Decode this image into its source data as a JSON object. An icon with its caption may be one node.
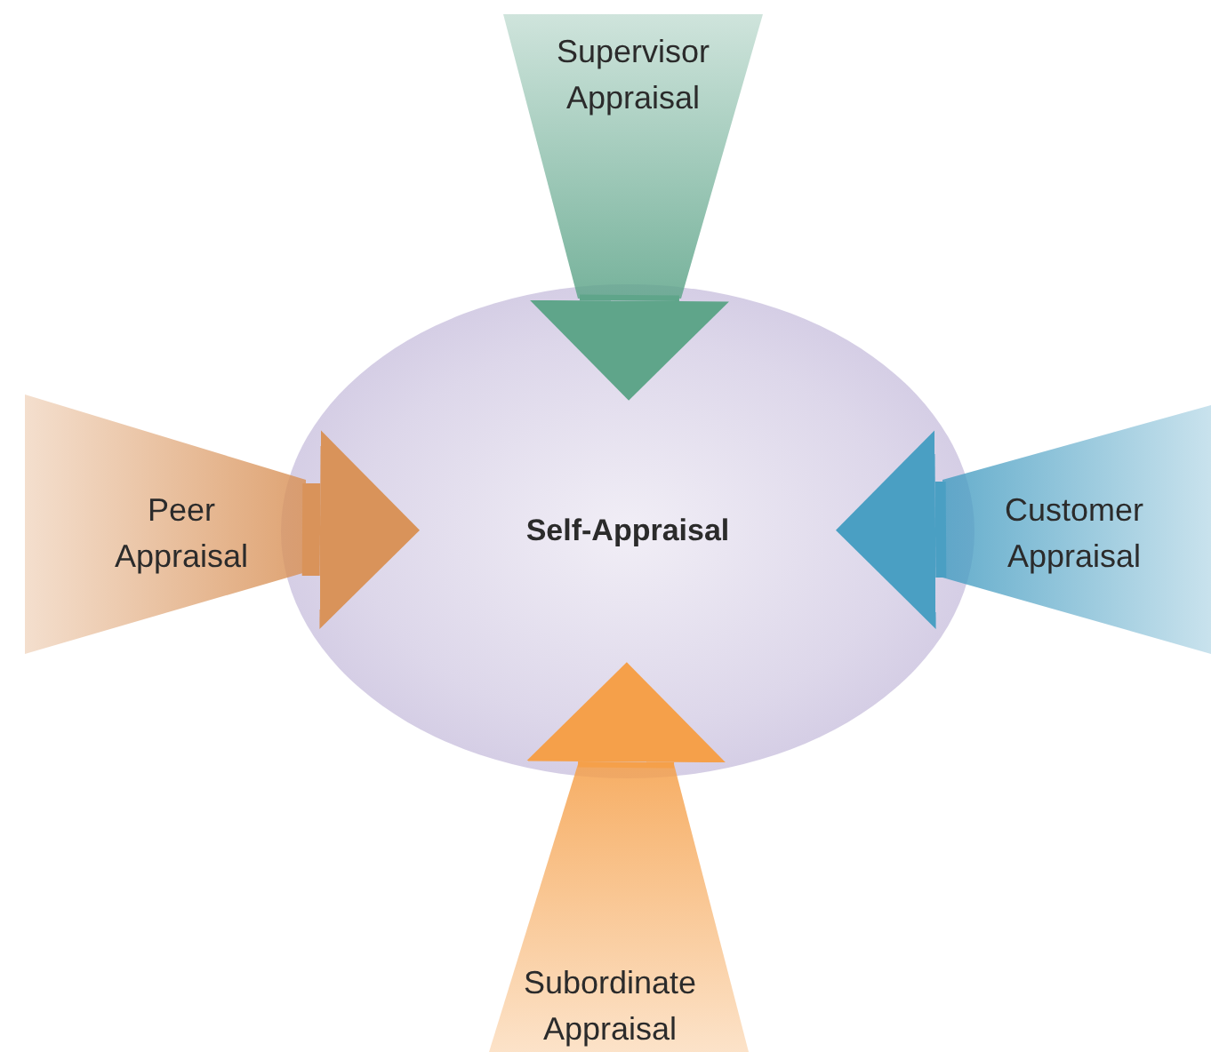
{
  "diagram": {
    "nodes": [
      {
        "text": [
          "Self-Appraisal"
        ]
      },
      {
        "text": [
          "Supervisor Appraisal"
        ]
      },
      {
        "text": [
          "Peer Appraisal"
        ]
      },
      {
        "text": [
          "Customer Appraisal"
        ]
      },
      {
        "text": [
          "Subordinate Appraisal"
        ]
      }
    ],
    "edges": [
      {
        "from": 1,
        "to": 0,
        "arrow": "to",
        "color": "#5fa58a"
      },
      {
        "from": 2,
        "to": 0,
        "arrow": "to",
        "color": "#d9935a"
      },
      {
        "from": 3,
        "to": 0,
        "arrow": "to",
        "color": "#4a9fc3"
      },
      {
        "from": 4,
        "to": 0,
        "arrow": "to",
        "color": "#f5a04a"
      }
    ]
  }
}
